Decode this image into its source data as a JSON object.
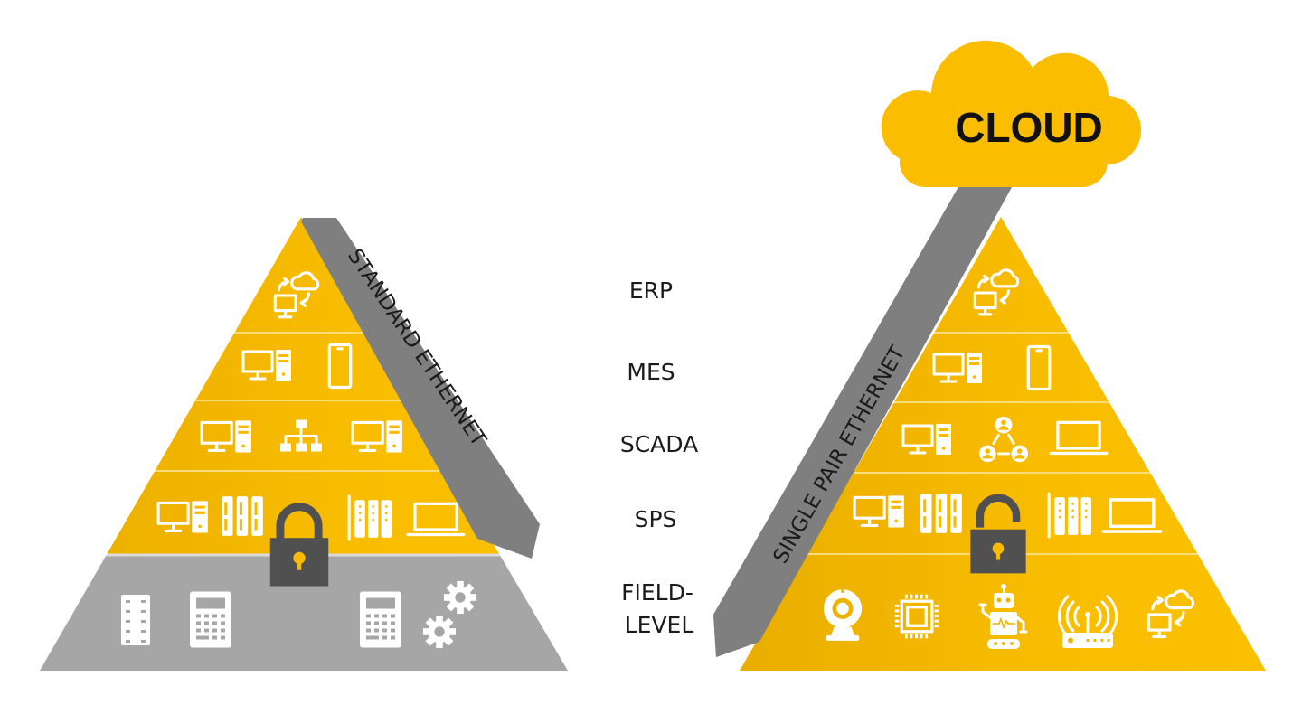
{
  "diagram": {
    "left_pyramid": {
      "title": "Standard Ethernet pyramid",
      "ribbon_label": "STANDARD ETHERNET",
      "lock_state": "locked",
      "tiers": [
        {
          "level": "ERP",
          "icons": [
            "cloud-sync-icon"
          ]
        },
        {
          "level": "MES",
          "icons": [
            "desktop-pc-icon",
            "smartphone-icon"
          ]
        },
        {
          "level": "SCADA",
          "icons": [
            "desktop-pc-icon",
            "network-hierarchy-icon",
            "desktop-pc-icon"
          ]
        },
        {
          "level": "SPS",
          "icons": [
            "desktop-pc-icon",
            "plc-rack-icon",
            "plc-rack-icon",
            "laptop-icon"
          ]
        },
        {
          "level": "FIELD-LEVEL",
          "icons": [
            "io-module-icon",
            "controller-keypad-icon",
            "controller-keypad-icon",
            "gears-icon"
          ],
          "colored": false
        }
      ]
    },
    "levels": [
      "ERP",
      "MES",
      "SCADA",
      "SPS",
      "FIELD-\nLEVEL"
    ],
    "level_lines": [
      [
        "ERP"
      ],
      [
        "MES"
      ],
      [
        "SCADA"
      ],
      [
        "SPS"
      ],
      [
        "FIELD-",
        "LEVEL"
      ]
    ],
    "right_pyramid": {
      "title": "Single Pair Ethernet pyramid",
      "ribbon_label": "SINGLE PAIR ETHERNET",
      "cloud_label": "CLOUD",
      "lock_state": "unlocked",
      "tiers": [
        {
          "level": "ERP",
          "icons": [
            "cloud-sync-icon"
          ]
        },
        {
          "level": "MES",
          "icons": [
            "desktop-pc-icon",
            "smartphone-icon"
          ]
        },
        {
          "level": "SCADA",
          "icons": [
            "desktop-pc-icon",
            "user-network-icon",
            "laptop-icon"
          ]
        },
        {
          "level": "SPS",
          "icons": [
            "desktop-pc-icon",
            "plc-rack-icon",
            "plc-rack-icon",
            "laptop-icon"
          ]
        },
        {
          "level": "FIELD-LEVEL",
          "icons": [
            "webcam-icon",
            "chip-icon",
            "robot-icon",
            "wifi-router-icon",
            "cloud-sync-icon"
          ],
          "colored": true
        }
      ]
    },
    "colors": {
      "yellow": "#f8bb00",
      "yellow_dark": "#e9ad00",
      "gray_field": "#a6a6a6",
      "ribbon_gray": "#7f7f7f",
      "lock_gray": "#505050",
      "text": "#1b1b1b"
    }
  }
}
